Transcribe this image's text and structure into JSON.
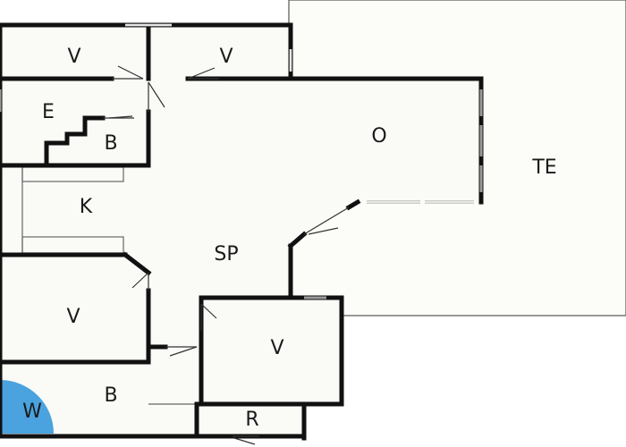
{
  "plan": {
    "rooms": {
      "v_top_left": "V",
      "v_top_middle": "V",
      "e": "E",
      "b_upper": "B",
      "o": "O",
      "te": "TE",
      "k": "K",
      "sp": "SP",
      "v_mid_left": "V",
      "v_lower_right": "V",
      "b_lower": "B",
      "w": "W",
      "r": "R"
    },
    "colors": {
      "wall": "#111111",
      "floor": "#fafaf7",
      "terrace": "#fcfcf8",
      "w_zone": "#4aa3df",
      "thin_line": "#666666",
      "window": "#9a9a9a"
    }
  }
}
